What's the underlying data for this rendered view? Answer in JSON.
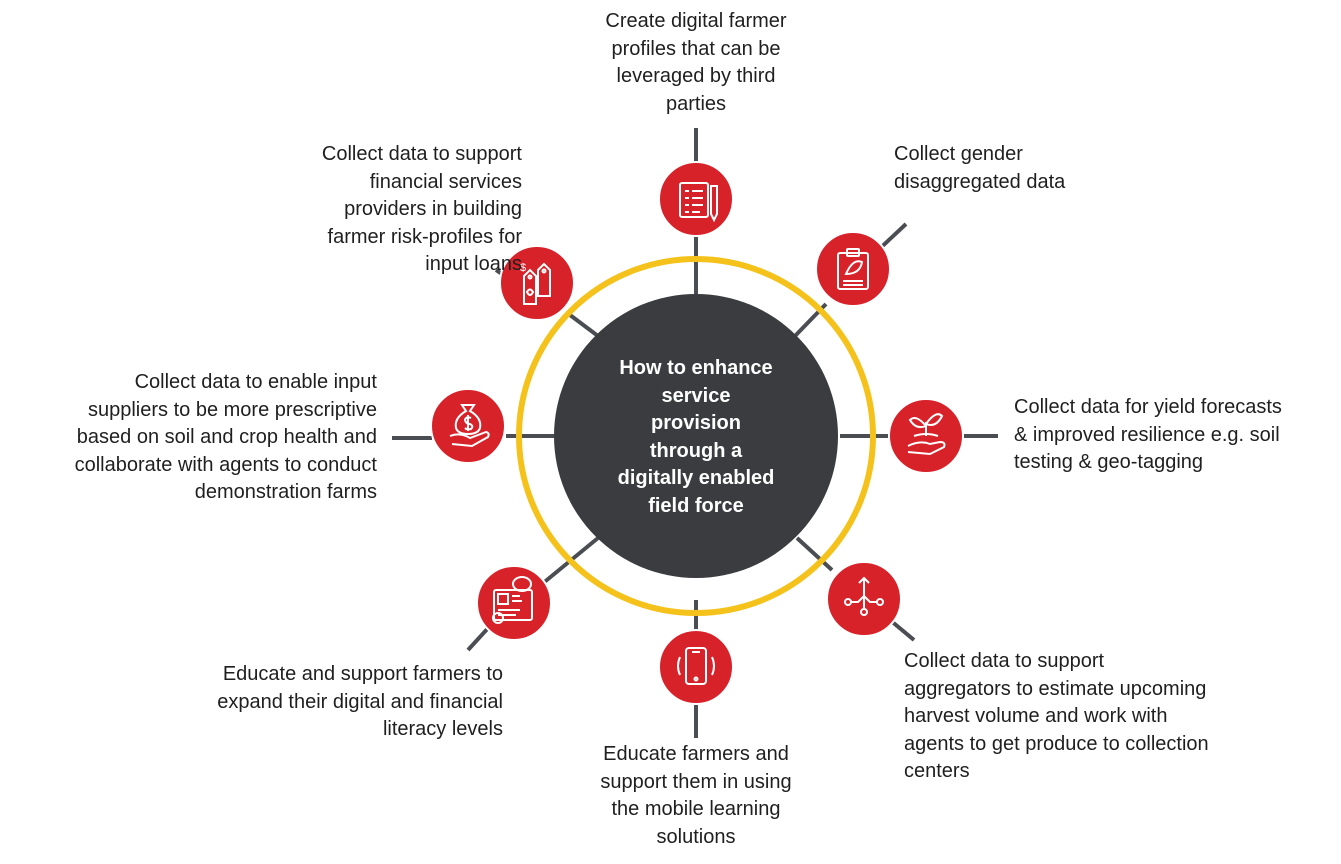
{
  "center": {
    "lines": [
      "How to enhance",
      "service",
      "provision",
      "through a",
      "digitally enabled",
      "field force"
    ]
  },
  "colors": {
    "accent_red": "#D7222A",
    "ring_yellow": "#F5C21B",
    "hub_dark": "#3A3C40",
    "connector": "#4A4D52"
  },
  "nodes": [
    {
      "id": "top",
      "icon": "checklist-icon",
      "lines": [
        "Create digital farmer",
        "profiles that can be",
        "leveraged by third",
        "parties"
      ]
    },
    {
      "id": "top-right",
      "icon": "clipboard-leaf-icon",
      "lines": [
        "Collect gender",
        "disaggregated data"
      ]
    },
    {
      "id": "right",
      "icon": "hand-sprout-icon",
      "lines": [
        "Collect data for yield forecasts",
        "& improved resilience e.g. soil",
        "testing & geo-tagging"
      ]
    },
    {
      "id": "bottom-right",
      "icon": "distribution-network-icon",
      "lines": [
        "Collect data to support",
        "aggregators to estimate upcoming",
        "harvest volume and work with",
        "agents to get produce to collection",
        "centers"
      ]
    },
    {
      "id": "bottom",
      "icon": "mobile-phone-icon",
      "lines": [
        "Educate farmers and",
        "support them in using",
        "the mobile learning",
        "solutions"
      ]
    },
    {
      "id": "bottom-left",
      "icon": "piggy-bank-dashboard-icon",
      "lines": [
        "Educate and support farmers to",
        "expand their digital and financial",
        "literacy levels"
      ]
    },
    {
      "id": "left",
      "icon": "money-bag-hand-icon",
      "lines": [
        "Collect data to enable input",
        "suppliers to be more prescriptive",
        "based on soil and crop health and",
        "collaborate with agents to conduct",
        "demonstration farms"
      ]
    },
    {
      "id": "top-left",
      "icon": "price-tags-icon",
      "lines": [
        "Collect data to support",
        "financial services",
        "providers in building",
        "farmer risk-profiles for",
        "input loans"
      ]
    }
  ]
}
